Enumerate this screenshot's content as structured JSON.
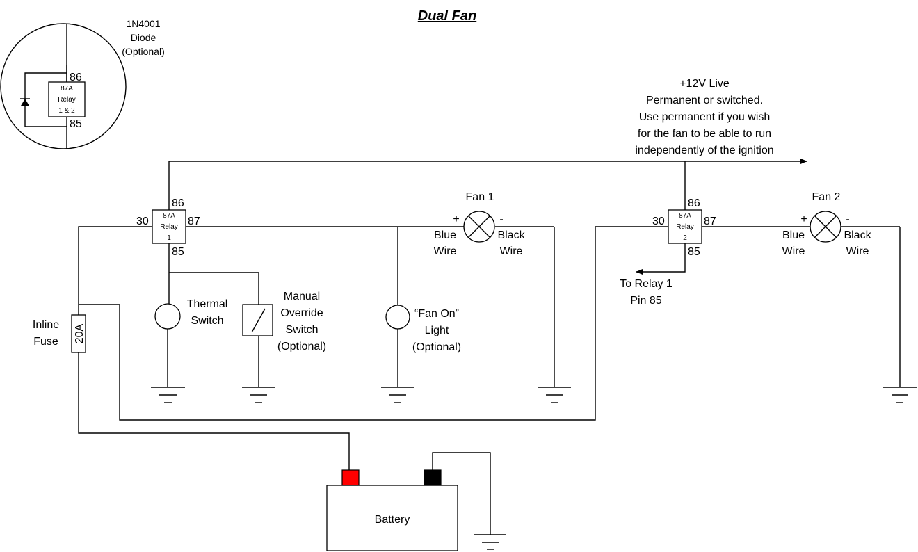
{
  "title": "Dual Fan",
  "inset": {
    "diode_label": [
      "1N4001",
      "Diode",
      "(Optional)"
    ],
    "relay_text": [
      "87A",
      "Relay",
      "1 & 2"
    ],
    "pin_top": "86",
    "pin_bottom": "85"
  },
  "live_note": [
    "+12V  Live",
    "Permanent or switched.",
    "Use permanent if you wish",
    "for the fan to be able to run",
    "independently of the ignition"
  ],
  "relay1": {
    "text": [
      "87A",
      "Relay",
      "1"
    ],
    "pin30": "30",
    "pin86": "86",
    "pin87": "87",
    "pin85": "85"
  },
  "relay2": {
    "text": [
      "87A",
      "Relay",
      "2"
    ],
    "pin30": "30",
    "pin86": "86",
    "pin87": "87",
    "pin85": "85"
  },
  "fan1": {
    "label": "Fan 1",
    "plus": "+",
    "minus": "-",
    "pos_wire": [
      "Blue",
      "Wire"
    ],
    "neg_wire": [
      "Black",
      "Wire"
    ]
  },
  "fan2": {
    "label": "Fan 2",
    "plus": "+",
    "minus": "-",
    "pos_wire": [
      "Blue",
      "Wire"
    ],
    "neg_wire": [
      "Black",
      "Wire"
    ]
  },
  "thermal_switch": [
    "Thermal",
    "Switch"
  ],
  "manual_override": [
    "Manual",
    "Override",
    "Switch",
    "(Optional)"
  ],
  "fan_on_light": [
    "“Fan On”",
    "Light",
    "(Optional)"
  ],
  "to_relay1": [
    "To Relay 1",
    "Pin 85"
  ],
  "fuse": {
    "label": [
      "Inline",
      "Fuse"
    ],
    "rating": "20A"
  },
  "battery": {
    "label": "Battery",
    "positive_color": "#ff0000",
    "negative_color": "#000000"
  }
}
